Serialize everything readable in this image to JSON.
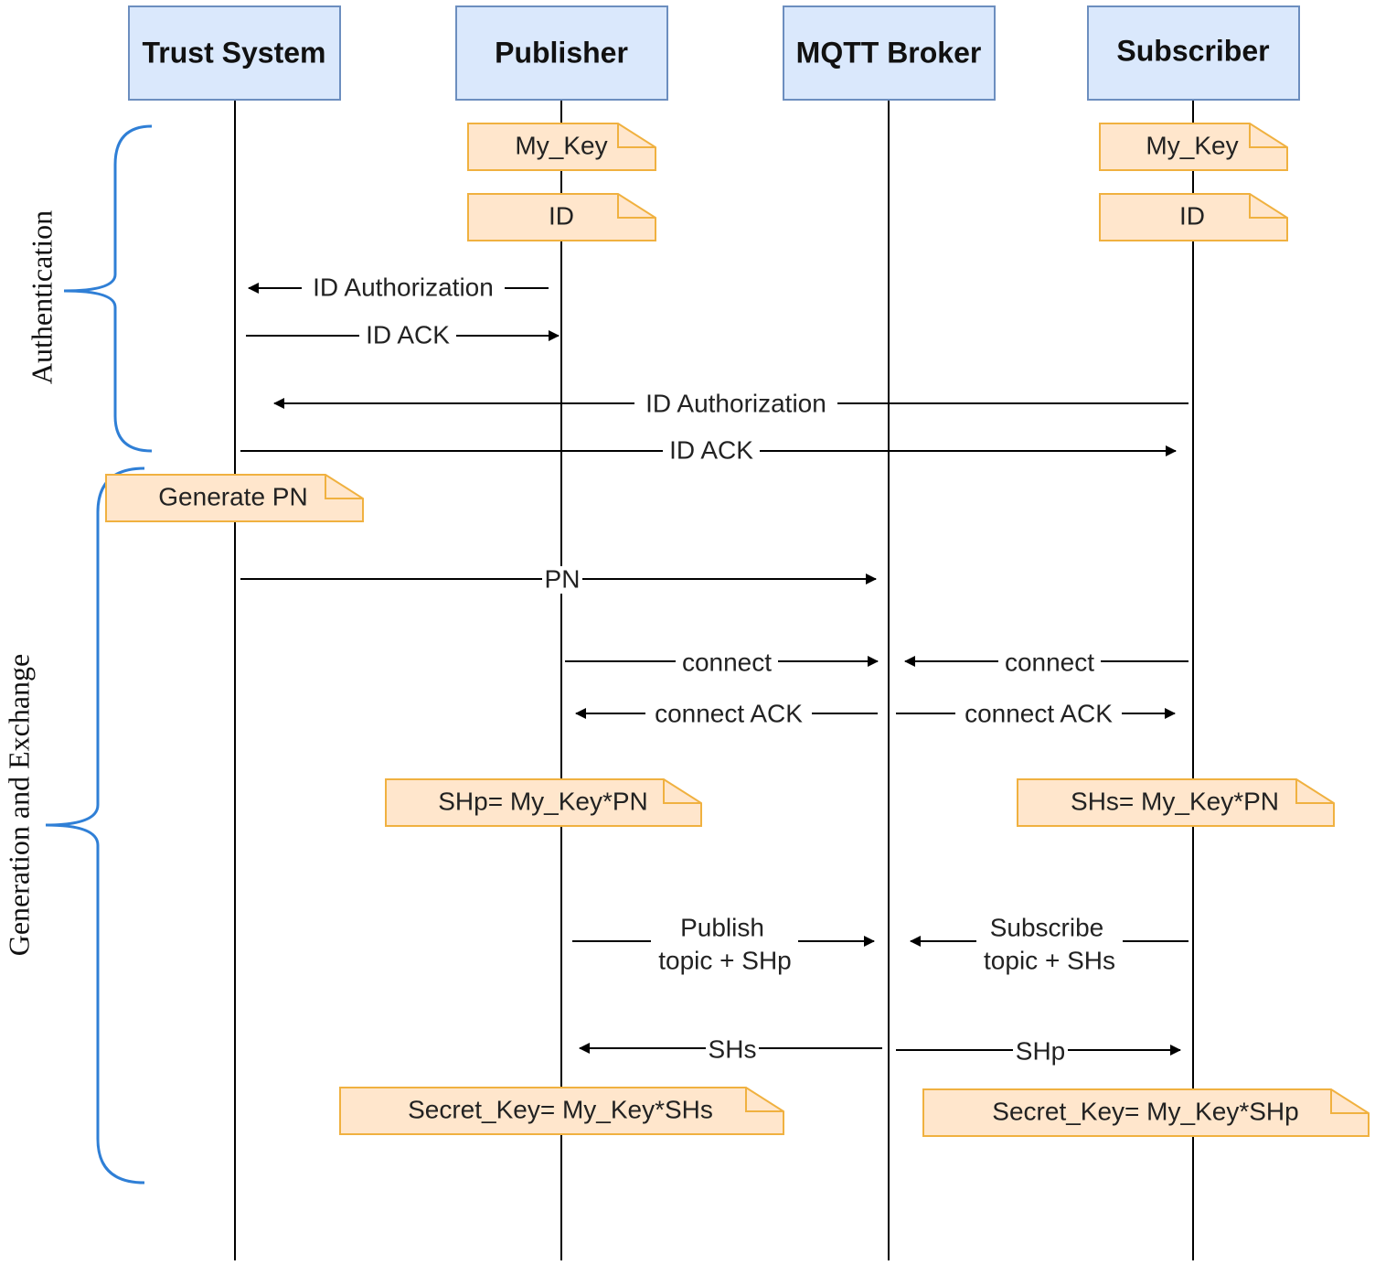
{
  "actors": [
    {
      "id": "trust",
      "label": "Trust System"
    },
    {
      "id": "pub",
      "label": "Publisher"
    },
    {
      "id": "broker",
      "label": "MQTT Broker"
    },
    {
      "id": "sub",
      "label": "Subscriber"
    }
  ],
  "phases": [
    {
      "label": "Authentication"
    },
    {
      "label": "Generation and Exchange"
    }
  ],
  "notes": [
    {
      "text": "My_Key",
      "owner": "pub"
    },
    {
      "text": "My_Key",
      "owner": "sub"
    },
    {
      "text": "ID",
      "owner": "pub"
    },
    {
      "text": "ID",
      "owner": "sub"
    },
    {
      "text": "Generate PN",
      "owner": "trust"
    },
    {
      "text": "SHp= My_Key*PN",
      "owner": "pub"
    },
    {
      "text": "SHs= My_Key*PN",
      "owner": "sub"
    },
    {
      "text": "Secret_Key= My_Key*SHs",
      "owner": "pub"
    },
    {
      "text": "Secret_Key= My_Key*SHp",
      "owner": "sub"
    }
  ],
  "messages": [
    {
      "from": "pub",
      "to": "trust",
      "lines": [
        "ID Authorization"
      ]
    },
    {
      "from": "trust",
      "to": "pub",
      "lines": [
        "ID ACK"
      ]
    },
    {
      "from": "sub",
      "to": "trust",
      "lines": [
        "ID Authorization"
      ]
    },
    {
      "from": "trust",
      "to": "sub",
      "lines": [
        "ID ACK"
      ]
    },
    {
      "from": "trust",
      "to": "broker",
      "lines": [
        "PN"
      ]
    },
    {
      "from": "pub",
      "to": "broker",
      "lines": [
        "connect"
      ]
    },
    {
      "from": "sub",
      "to": "broker",
      "lines": [
        "connect"
      ]
    },
    {
      "from": "broker",
      "to": "pub",
      "lines": [
        "connect ACK"
      ]
    },
    {
      "from": "broker",
      "to": "sub",
      "lines": [
        "connect ACK"
      ]
    },
    {
      "from": "pub",
      "to": "broker",
      "lines": [
        "Publish",
        "topic + SHp"
      ]
    },
    {
      "from": "sub",
      "to": "broker",
      "lines": [
        "Subscribe",
        "topic + SHs"
      ]
    },
    {
      "from": "broker",
      "to": "pub",
      "lines": [
        "SHs"
      ]
    },
    {
      "from": "broker",
      "to": "sub",
      "lines": [
        "SHp"
      ]
    }
  ],
  "colors": {
    "actor_fill": "#dae8fc",
    "actor_stroke": "#6c8ebf",
    "note_fill": "#ffe6cc",
    "note_stroke": "#f0b140",
    "bracket": "#2f7fd6",
    "line": "#000000"
  }
}
